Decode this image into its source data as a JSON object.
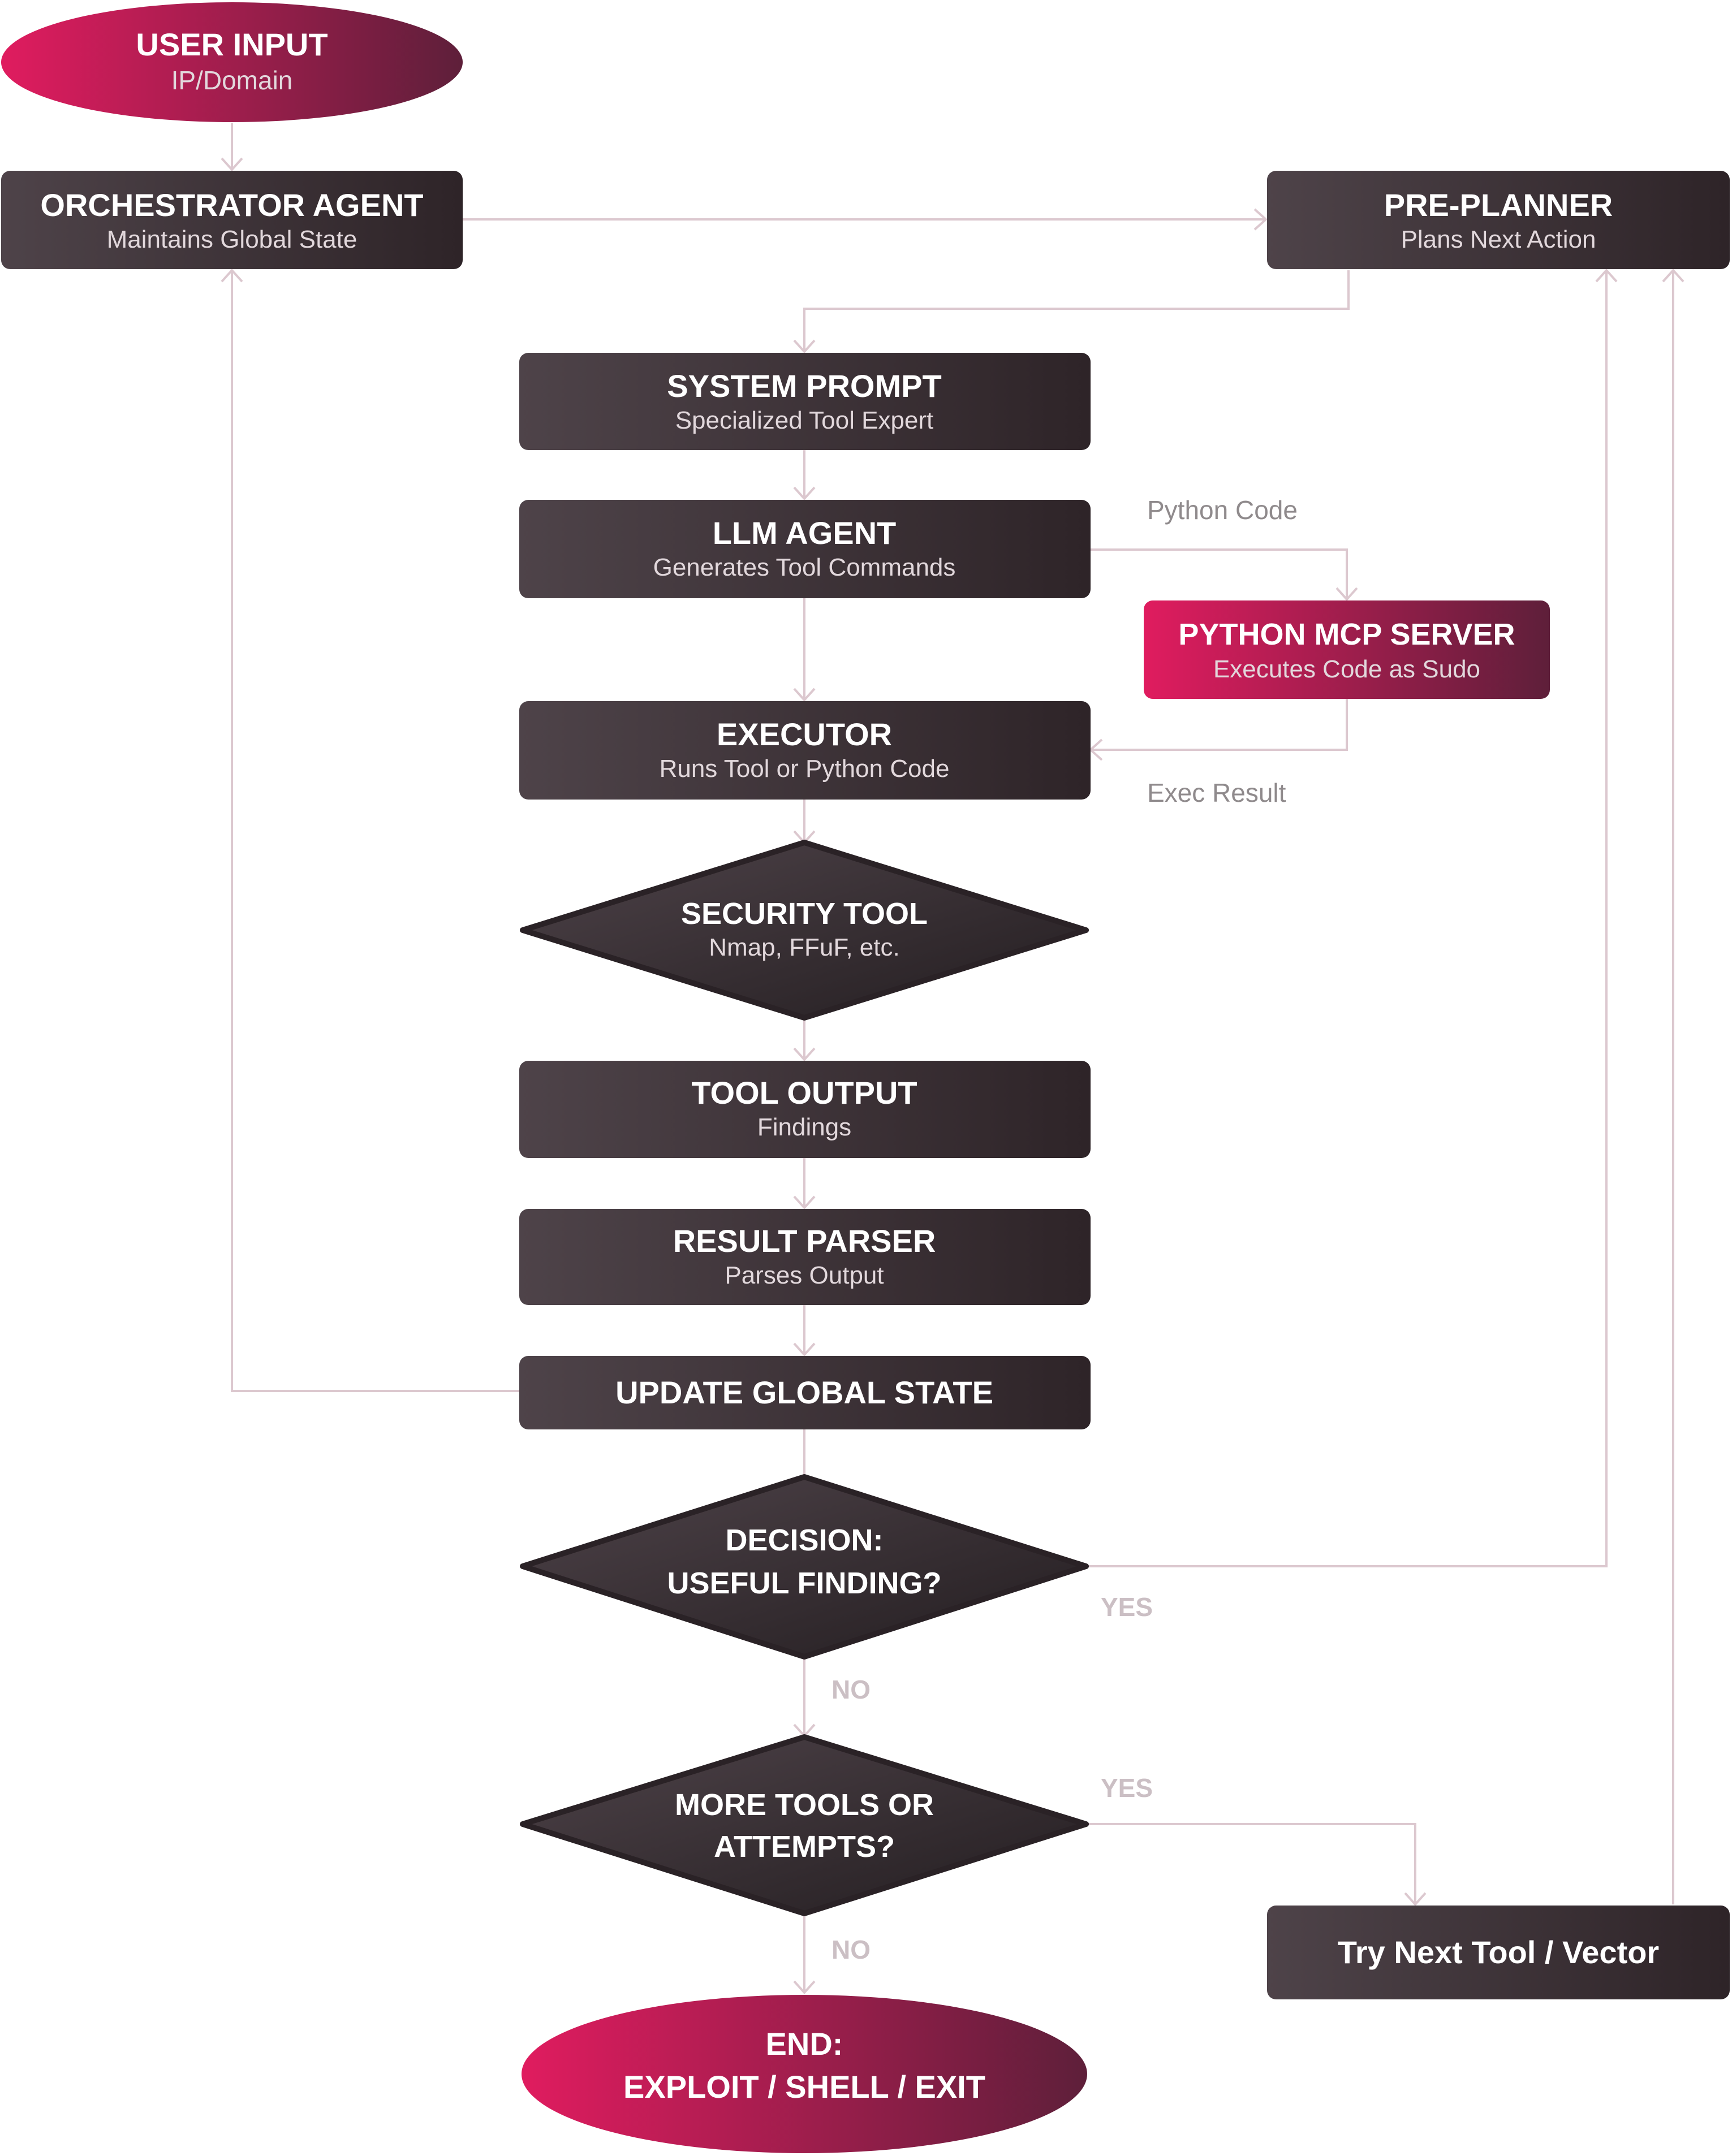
{
  "nodes": {
    "user_input": {
      "title": "USER INPUT",
      "subtitle": "IP/Domain"
    },
    "orchestrator": {
      "title": "ORCHESTRATOR AGENT",
      "subtitle": "Maintains Global State"
    },
    "pre_planner": {
      "title": "PRE-PLANNER",
      "subtitle": "Plans Next Action"
    },
    "system_prompt": {
      "title": "SYSTEM PROMPT",
      "subtitle": "Specialized Tool Expert"
    },
    "llm_agent": {
      "title": "LLM AGENT",
      "subtitle": "Generates Tool Commands"
    },
    "python_mcp": {
      "title": "PYTHON MCP SERVER",
      "subtitle": "Executes Code as Sudo"
    },
    "executor": {
      "title": "EXECUTOR",
      "subtitle": "Runs Tool or Python Code"
    },
    "security_tool": {
      "title": "SECURITY TOOL",
      "subtitle": "Nmap, FFuF, etc."
    },
    "tool_output": {
      "title": "TOOL OUTPUT",
      "subtitle": "Findings"
    },
    "result_parser": {
      "title": "RESULT PARSER",
      "subtitle": "Parses Output"
    },
    "update_state": {
      "title": "UPDATE GLOBAL STATE"
    },
    "decision": {
      "line1": "DECISION:",
      "line2": "USEFUL FINDING?"
    },
    "more_tools": {
      "line1": "MORE TOOLS OR",
      "line2": "ATTEMPTS?"
    },
    "try_next": {
      "title": "Try Next Tool / Vector"
    },
    "end": {
      "line1": "END:",
      "line2": "EXPLOIT / SHELL / EXIT"
    }
  },
  "edge_labels": {
    "python_code": "Python Code",
    "exec_result": "Exec Result",
    "decision_yes": "YES",
    "decision_no": "NO",
    "more_yes": "YES",
    "more_no": "NO"
  },
  "colors": {
    "dark_node": "#3b3035",
    "accent_node": "#d81b5e",
    "connector": "#dcc8cf",
    "edge_label": "#8f8a8c",
    "yes_no_label": "#cbbfc4"
  }
}
